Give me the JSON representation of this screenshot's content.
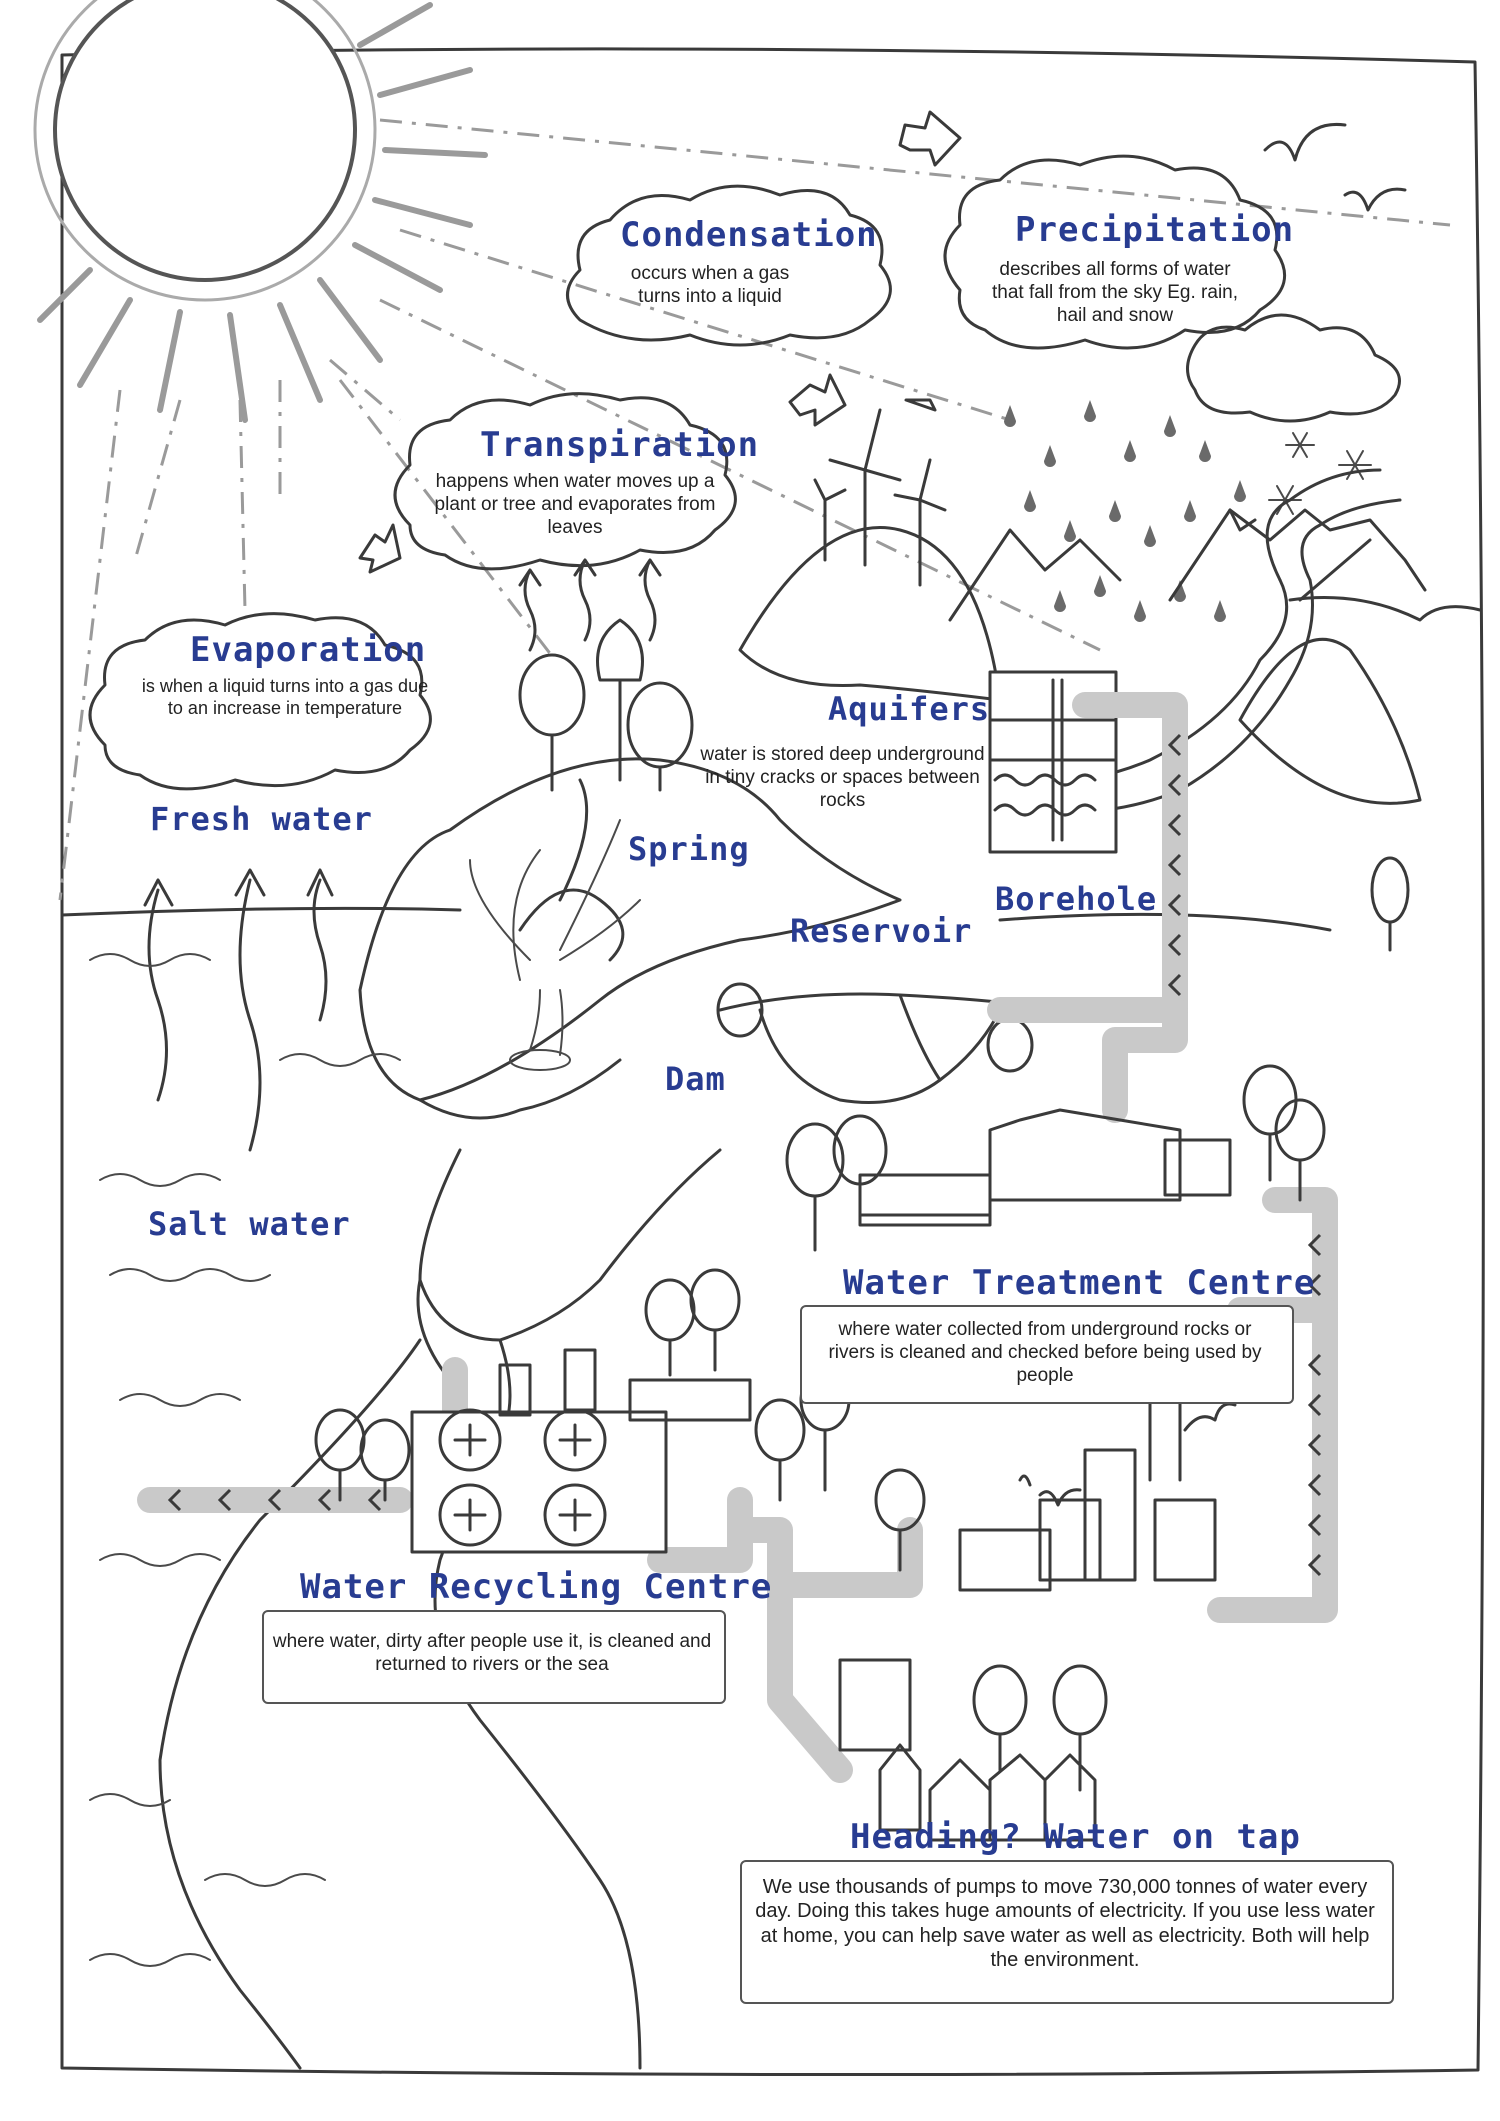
{
  "labels": {
    "condensation": {
      "title": "Condensation",
      "text": "occurs when a gas turns into a liquid"
    },
    "precipitation": {
      "title": "Precipitation",
      "text": "describes all forms of water that fall from the sky Eg. rain, hail and snow"
    },
    "transpiration": {
      "title": "Transpiration",
      "text": "happens when water moves up a plant or tree and evaporates from leaves"
    },
    "evaporation": {
      "title": "Evaporation",
      "text": "is when a liquid turns into a gas due to an increase in temperature"
    },
    "fresh_water": "Fresh water",
    "aquifers": {
      "title": "Aquifers",
      "text": "water is stored deep underground in tiny cracks or spaces between rocks"
    },
    "spring": "Spring",
    "reservoir": "Reservoir",
    "borehole": "Borehole",
    "dam": "Dam",
    "salt_water": "Salt water",
    "treatment": {
      "title": "Water Treatment Centre",
      "text": "where water collected from underground rocks or rivers is cleaned and checked before being used  by people"
    },
    "recycling": {
      "title": "Water Recycling Centre",
      "text": "where water, dirty after people use it, is cleaned and returned to rivers or the sea"
    },
    "tap": {
      "title": "Heading? Water on tap",
      "text": "We use thousands of pumps to move 730,000 tonnes of water every day. Doing this takes huge amounts of electricity. If you use less water at home, you can help save water as well as electricity. Both will help the environment."
    }
  },
  "colors": {
    "heading": "#283c91",
    "ink": "#3a3a3a",
    "pipe": "#c9c9c9"
  }
}
